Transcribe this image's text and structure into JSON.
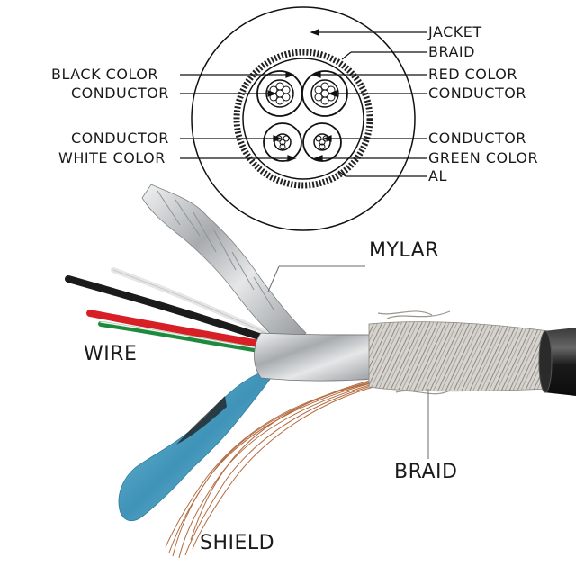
{
  "cross_section": {
    "jacket": "JACKET",
    "braid": "BRAID",
    "black_color": "BLACK COLOR",
    "conductor_top_left": "CONDUCTOR",
    "red_color": "RED COLOR",
    "conductor_top_right": "CONDUCTOR",
    "conductor_bottom_left": "CONDUCTOR",
    "white_color": "WHITE COLOR",
    "conductor_bottom_right": "CONDUCTOR",
    "green_color": "GREEN COLOR",
    "al": "AL"
  },
  "cable": {
    "mylar": "MYLAR",
    "wire": "WIRE",
    "braid": "BRAID",
    "shield": "SHIELD"
  },
  "colors": {
    "wire_black": "#1b1b1b",
    "wire_red": "#d81f26",
    "wire_green": "#1e8a3e",
    "wire_white": "#e6e6e6",
    "shield_blue": "#59a9c9",
    "foil": "#bfc3c6",
    "braid": "#b8b4ae",
    "copper": "#b36b3f",
    "jacket": "#1c1c1c"
  }
}
